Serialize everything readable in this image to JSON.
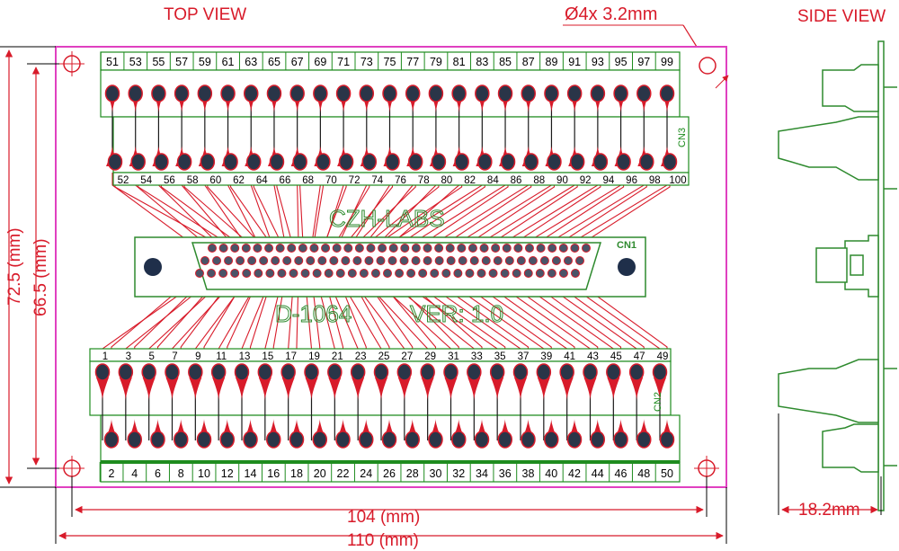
{
  "views": {
    "top": "TOP VIEW",
    "side": "SIDE VIEW"
  },
  "hole_note": "Ø4x  3.2mm",
  "dimensions": {
    "height_outer": "72.5 (mm)",
    "height_inner": "66.5 (mm)",
    "width_inner": "104 (mm)",
    "width_outer": "110 (mm)",
    "side_depth": "18.2mm"
  },
  "board": {
    "brand": "CZH-LABS",
    "model": "D-1064",
    "version": "VER: 1.0"
  },
  "connectors": {
    "cn1": "CN1",
    "cn2": "CN2",
    "cn3": "CN3"
  },
  "pins": {
    "top_outer": [
      "51",
      "53",
      "55",
      "57",
      "59",
      "61",
      "63",
      "65",
      "67",
      "69",
      "71",
      "73",
      "75",
      "77",
      "79",
      "81",
      "83",
      "85",
      "87",
      "89",
      "91",
      "93",
      "95",
      "97",
      "99"
    ],
    "top_inner": [
      "52",
      "54",
      "56",
      "58",
      "60",
      "62",
      "64",
      "66",
      "68",
      "70",
      "72",
      "74",
      "76",
      "78",
      "80",
      "82",
      "84",
      "86",
      "88",
      "90",
      "92",
      "94",
      "96",
      "98",
      "100"
    ],
    "bottom_inner": [
      "1",
      "3",
      "5",
      "7",
      "9",
      "11",
      "13",
      "15",
      "17",
      "19",
      "21",
      "23",
      "25",
      "27",
      "29",
      "31",
      "33",
      "35",
      "37",
      "39",
      "41",
      "43",
      "45",
      "47",
      "49"
    ],
    "bottom_outer": [
      "2",
      "4",
      "6",
      "8",
      "10",
      "12",
      "14",
      "16",
      "18",
      "20",
      "22",
      "24",
      "26",
      "28",
      "30",
      "32",
      "34",
      "36",
      "38",
      "40",
      "42",
      "44",
      "46",
      "48",
      "50"
    ]
  },
  "colors": {
    "board_outline": "#e040c0",
    "terminal_green": "#1e8c1e",
    "terminal_fill": "#ffffff",
    "silk_green": "#2e8a2e",
    "trace_red": "#d81b2a",
    "dim_red": "#d81b2a",
    "dim_line": "#000000",
    "pad_dark": "#2a3548"
  }
}
